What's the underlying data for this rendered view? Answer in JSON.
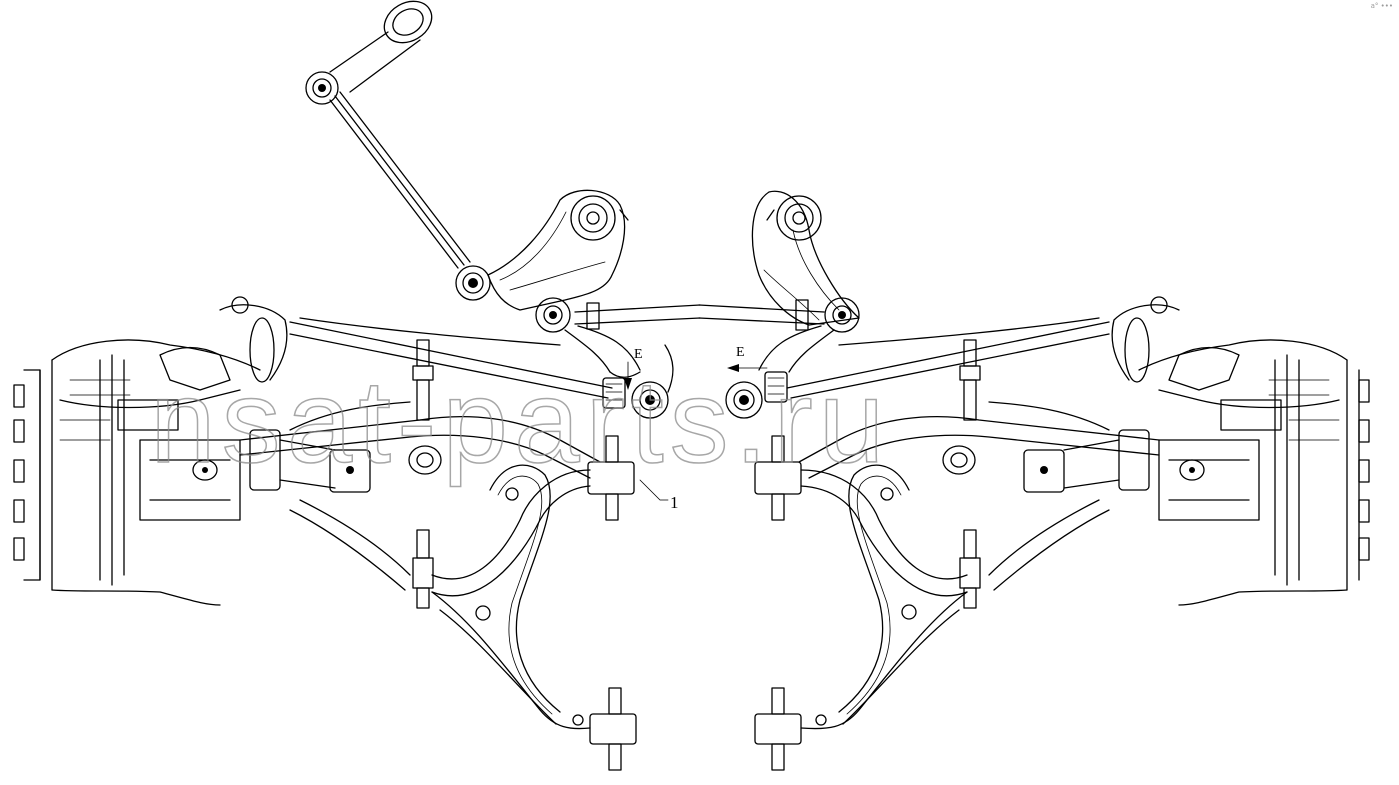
{
  "diagram": {
    "callouts": [
      {
        "id": "1",
        "text": "1"
      }
    ],
    "section_marks": [
      {
        "text": "E"
      },
      {
        "text": "E"
      }
    ],
    "watermark": "nsat-parts.ru",
    "corner_mark": "a° •••"
  }
}
